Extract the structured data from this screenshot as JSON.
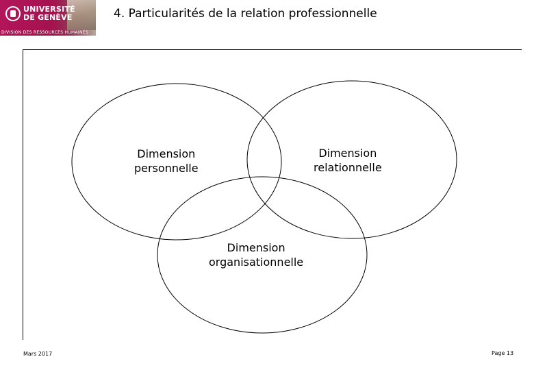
{
  "header": {
    "logo_university": "UNIVERSITÉ\nDE GENÈVE",
    "logo_division": "DIVISION DES RESSOURCES HUMAINES",
    "title": "4. Particularités de la relation professionnelle"
  },
  "diagram": {
    "circles": [
      {
        "label_line1": "Dimension",
        "label_line2": "personnelle"
      },
      {
        "label_line1": "Dimension",
        "label_line2": "relationnelle"
      },
      {
        "label_line1": "Dimension",
        "label_line2": "organisationnelle"
      }
    ]
  },
  "footer": {
    "date": "Mars 2017",
    "page": "Page 13"
  }
}
